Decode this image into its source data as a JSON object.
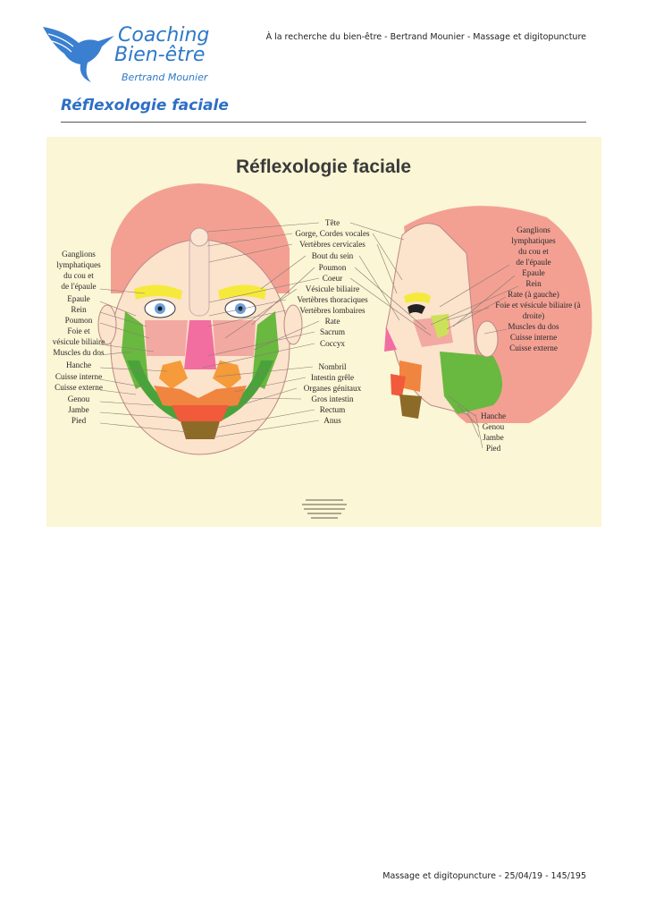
{
  "header": {
    "logo": {
      "line1": "Coaching",
      "line2": "Bien-être",
      "line3": "Bertrand Mounier"
    },
    "running_title": "À la recherche du bien-être - Bertrand Mounier - Massage et digitopuncture"
  },
  "section_title": "Réflexologie faciale",
  "poster": {
    "title": "Réflexologie faciale",
    "front_left_labels": [
      "Ganglions",
      "lymphatiques",
      "du cou et",
      "de l'épaule",
      "Epaule",
      "Rein",
      "Poumon",
      "Foie et",
      "vésicule biliaire",
      "Muscles du dos",
      "Hanche",
      "Cuisse interne",
      "Cuisse externe",
      "Genou",
      "Jambe",
      "Pied"
    ],
    "center_labels": [
      "Tête",
      "Gorge, Cordes vocales",
      "Vertèbres cervicales",
      "Bout du sein",
      "Poumon",
      "Coeur",
      "Vésicule biliaire",
      "Vertèbres thoraciques",
      "Vertèbres lombaires",
      "Rate",
      "Sacrum",
      "Coccyx",
      "Nombril",
      "Intestin grêle",
      "Organes génitaux",
      "Gros intestin",
      "Rectum",
      "Anus"
    ],
    "profile_labels": [
      "Ganglions",
      "lymphatiques",
      "du cou et",
      "de l'épaule",
      "Epaule",
      "Rein",
      "Rate (à gauche)",
      "Foie et vésicule biliaire (à",
      "droite)",
      "Muscles du dos",
      "Cuisse interne",
      "Cuisse externe"
    ],
    "profile_bottom_labels": [
      "Hanche",
      "Genou",
      "Jambe",
      "Pied"
    ]
  },
  "footer": {
    "text": "Massage et digitopuncture - 25/04/19 - 145/195"
  }
}
